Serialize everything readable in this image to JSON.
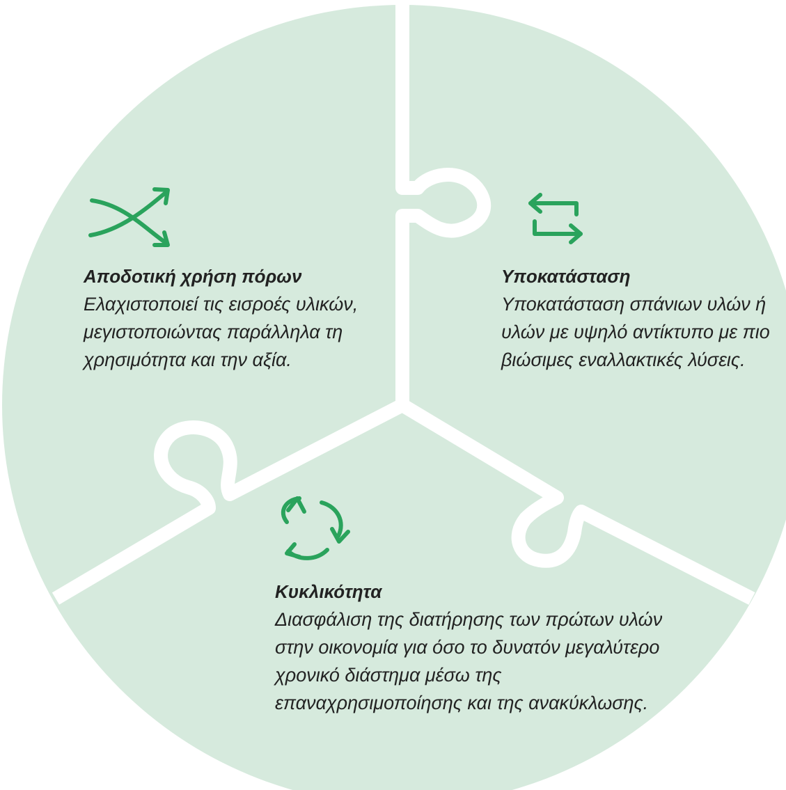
{
  "colors": {
    "background": "#ffffff",
    "piece_fill": "#d6eadd",
    "gap": "#ffffff",
    "icon": "#2aa35c",
    "text": "#222222"
  },
  "pieces": {
    "efficiency": {
      "icon": "crossing-arrows-icon",
      "title": "Αποδοτική χρήση πόρων",
      "body": "Ελαχιστοποιεί τις εισροές υλικών, μεγιστοποιώντας παράλληλα τη χρησιμότητα και την αξία."
    },
    "substitution": {
      "icon": "swap-arrows-icon",
      "title": "Υποκατάσταση",
      "body": "Υποκατάσταση σπάνιων υλών ή υλών με υψηλό αντίκτυπο με πιο βιώσιμες εναλλακτικές λύσεις."
    },
    "circularity": {
      "icon": "recycle-cycle-icon",
      "title": "Κυκλικότητα",
      "body": "Διασφάλιση της διατήρησης των πρώτων υλών στην οικονομία για όσο το δυνατόν μεγαλύτερο χρονικό διάστημα μέσω της επαναχρησιμοποίησης και της ανακύκλωσης."
    }
  }
}
